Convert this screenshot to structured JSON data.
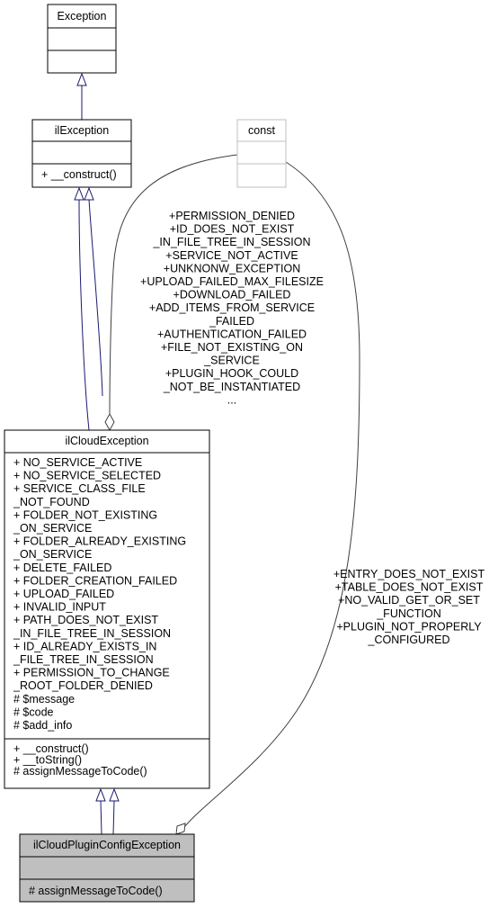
{
  "classes": {
    "exception": {
      "name": "Exception",
      "attributes": [],
      "methods": []
    },
    "il_exception": {
      "name": "ilException",
      "attributes": [],
      "methods": [
        "+ __construct()"
      ]
    },
    "const": {
      "name": "const",
      "attributes": [],
      "methods": []
    },
    "il_cloud_exception": {
      "name": "ilCloudException",
      "attributes": [
        "+ NO_SERVICE_ACTIVE",
        "+ NO_SERVICE_SELECTED",
        "+ SERVICE_CLASS_FILE",
        "_NOT_FOUND",
        "+ FOLDER_NOT_EXISTING",
        "_ON_SERVICE",
        "+ FOLDER_ALREADY_EXISTING",
        "_ON_SERVICE",
        "+ DELETE_FAILED",
        "+ FOLDER_CREATION_FAILED",
        "+ UPLOAD_FAILED",
        "+ INVALID_INPUT",
        "+ PATH_DOES_NOT_EXIST",
        "_IN_FILE_TREE_IN_SESSION",
        "+ ID_ALREADY_EXISTS_IN",
        "_FILE_TREE_IN_SESSION",
        "+ PERMISSION_TO_CHANGE",
        "_ROOT_FOLDER_DENIED",
        "# $message",
        "# $code",
        "# $add_info"
      ],
      "methods": [
        "+ __construct()",
        "+ __toString()",
        "# assignMessageToCode()"
      ]
    },
    "il_cloud_plugin_config_exception": {
      "name": "ilCloudPluginConfigException",
      "attributes": [],
      "methods": [
        "# assignMessageToCode()"
      ]
    }
  },
  "edge_labels": {
    "const_to_il_cloud_exception": [
      "+PERMISSION_DENIED",
      "+ID_DOES_NOT_EXIST",
      "_IN_FILE_TREE_IN_SESSION",
      "+SERVICE_NOT_ACTIVE",
      "+UNKNONW_EXCEPTION",
      "+UPLOAD_FAILED_MAX_FILESIZE",
      "+DOWNLOAD_FAILED",
      "+ADD_ITEMS_FROM_SERVICE",
      "_FAILED",
      "+AUTHENTICATION_FAILED",
      "+FILE_NOT_EXISTING_ON",
      "_SERVICE",
      "+PLUGIN_HOOK_COULD",
      "_NOT_BE_INSTANTIATED",
      "..."
    ],
    "const_to_il_cloud_plugin_config_exception": [
      "+ENTRY_DOES_NOT_EXIST",
      "+TABLE_DOES_NOT_EXIST",
      "+NO_VALID_GET_OR_SET",
      "_FUNCTION",
      "+PLUGIN_NOT_PROPERLY",
      "_CONFIGURED"
    ]
  },
  "colors": {
    "inheritance_edge": "#191970",
    "usage_edge": "#404040",
    "box_border": "#000000",
    "const_border": "#bfbfbf",
    "focus_fill": "#bfbfbf"
  }
}
